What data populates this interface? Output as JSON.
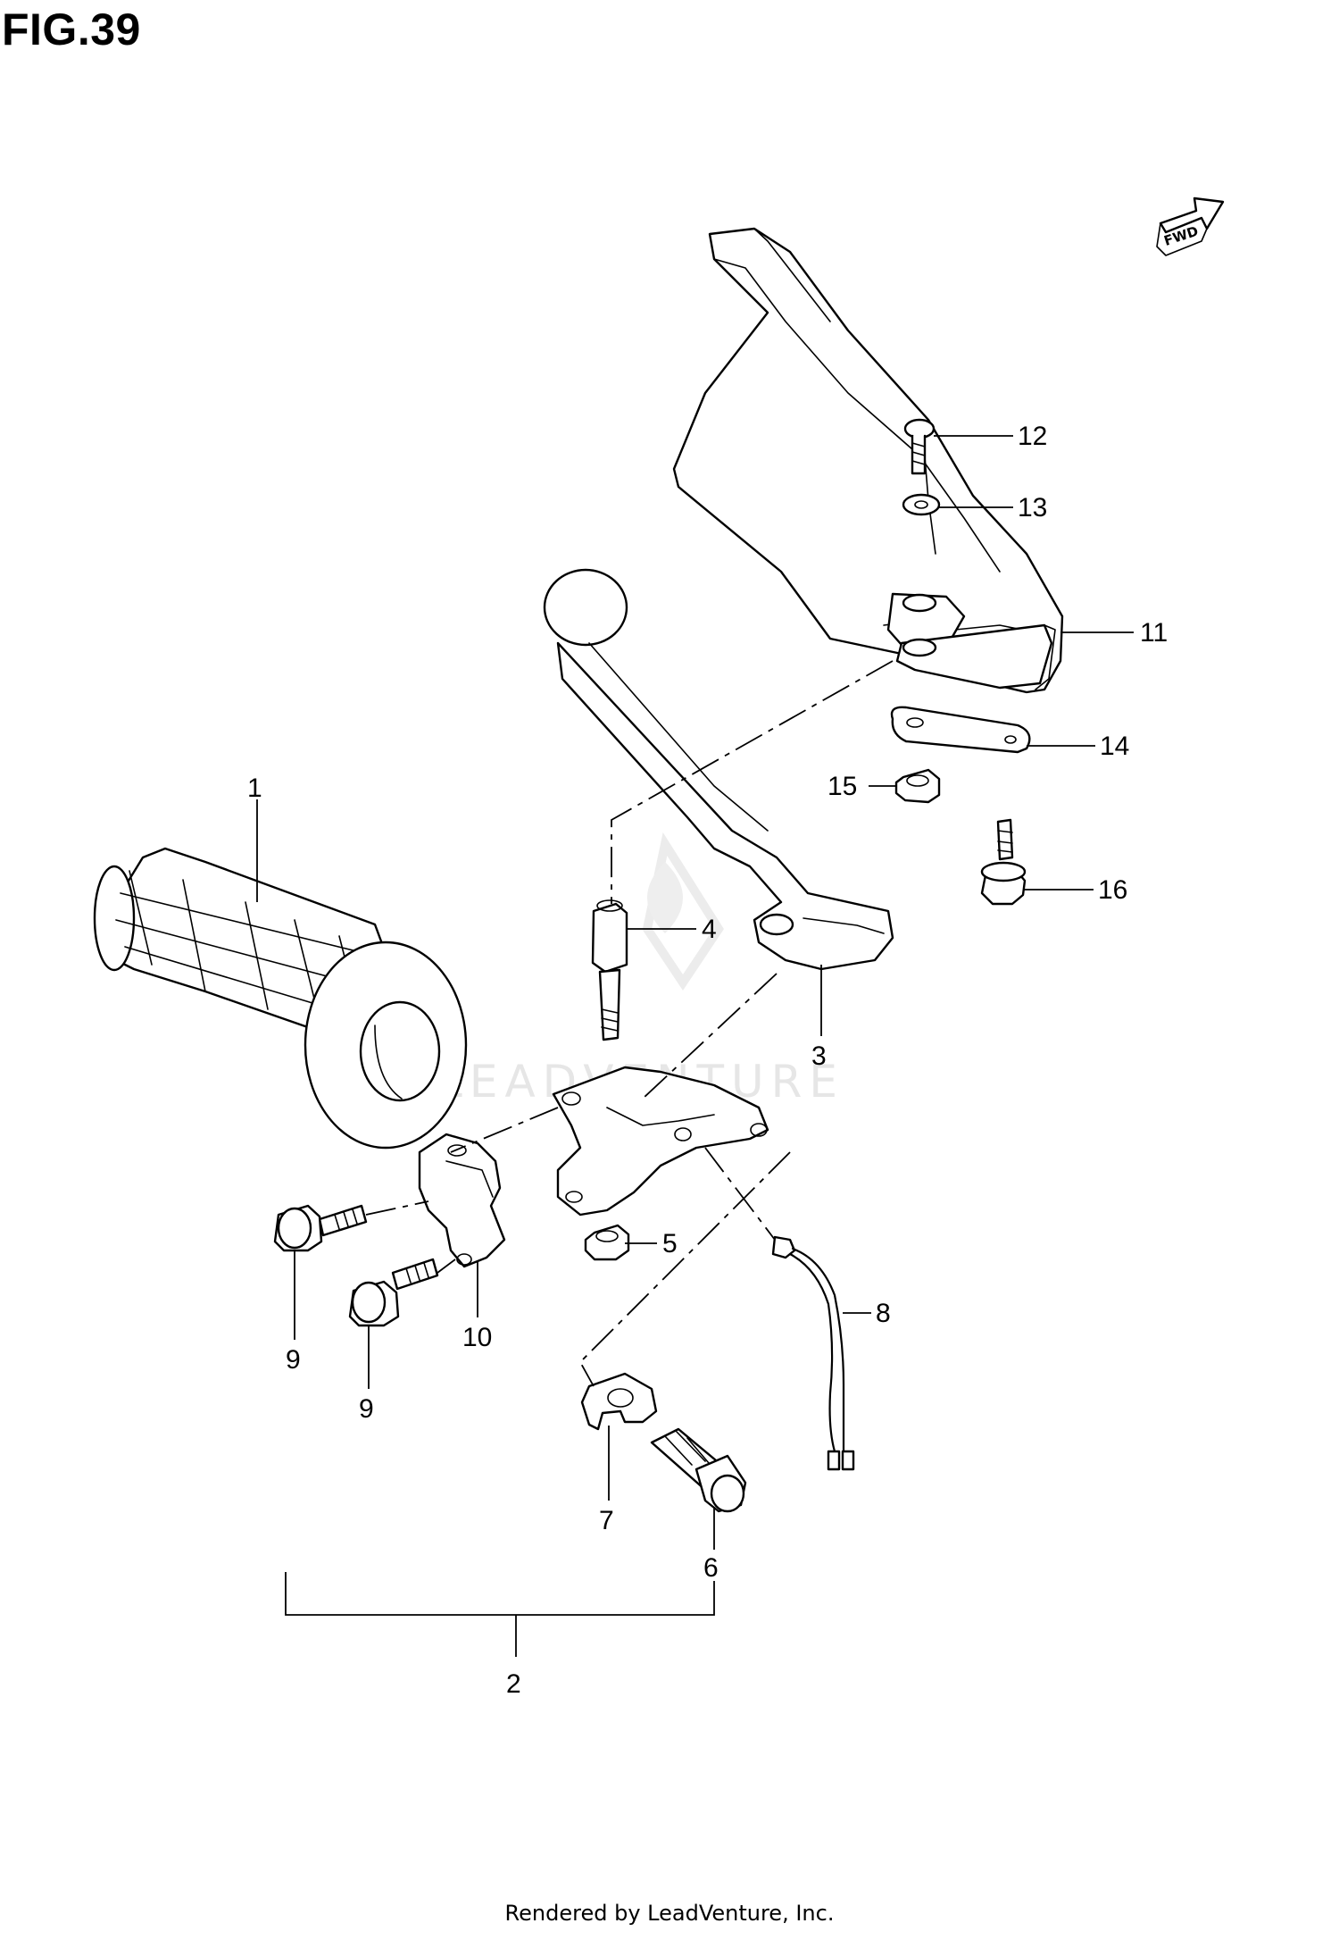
{
  "figure": {
    "title": "FIG.39"
  },
  "watermark": {
    "text": "LEADVENTURE"
  },
  "fwd_indicator": {
    "label": "FWD"
  },
  "callouts": [
    {
      "id": "1",
      "label": "1"
    },
    {
      "id": "2",
      "label": "2"
    },
    {
      "id": "3",
      "label": "3"
    },
    {
      "id": "4",
      "label": "4"
    },
    {
      "id": "5",
      "label": "5"
    },
    {
      "id": "6",
      "label": "6"
    },
    {
      "id": "7",
      "label": "7"
    },
    {
      "id": "8",
      "label": "8"
    },
    {
      "id": "9a",
      "label": "9"
    },
    {
      "id": "9b",
      "label": "9"
    },
    {
      "id": "10",
      "label": "10"
    },
    {
      "id": "11",
      "label": "11"
    },
    {
      "id": "12",
      "label": "12"
    },
    {
      "id": "13",
      "label": "13"
    },
    {
      "id": "14",
      "label": "14"
    },
    {
      "id": "15",
      "label": "15"
    },
    {
      "id": "16",
      "label": "16"
    }
  ],
  "footer": {
    "text": "Rendered by LeadVenture, Inc."
  }
}
